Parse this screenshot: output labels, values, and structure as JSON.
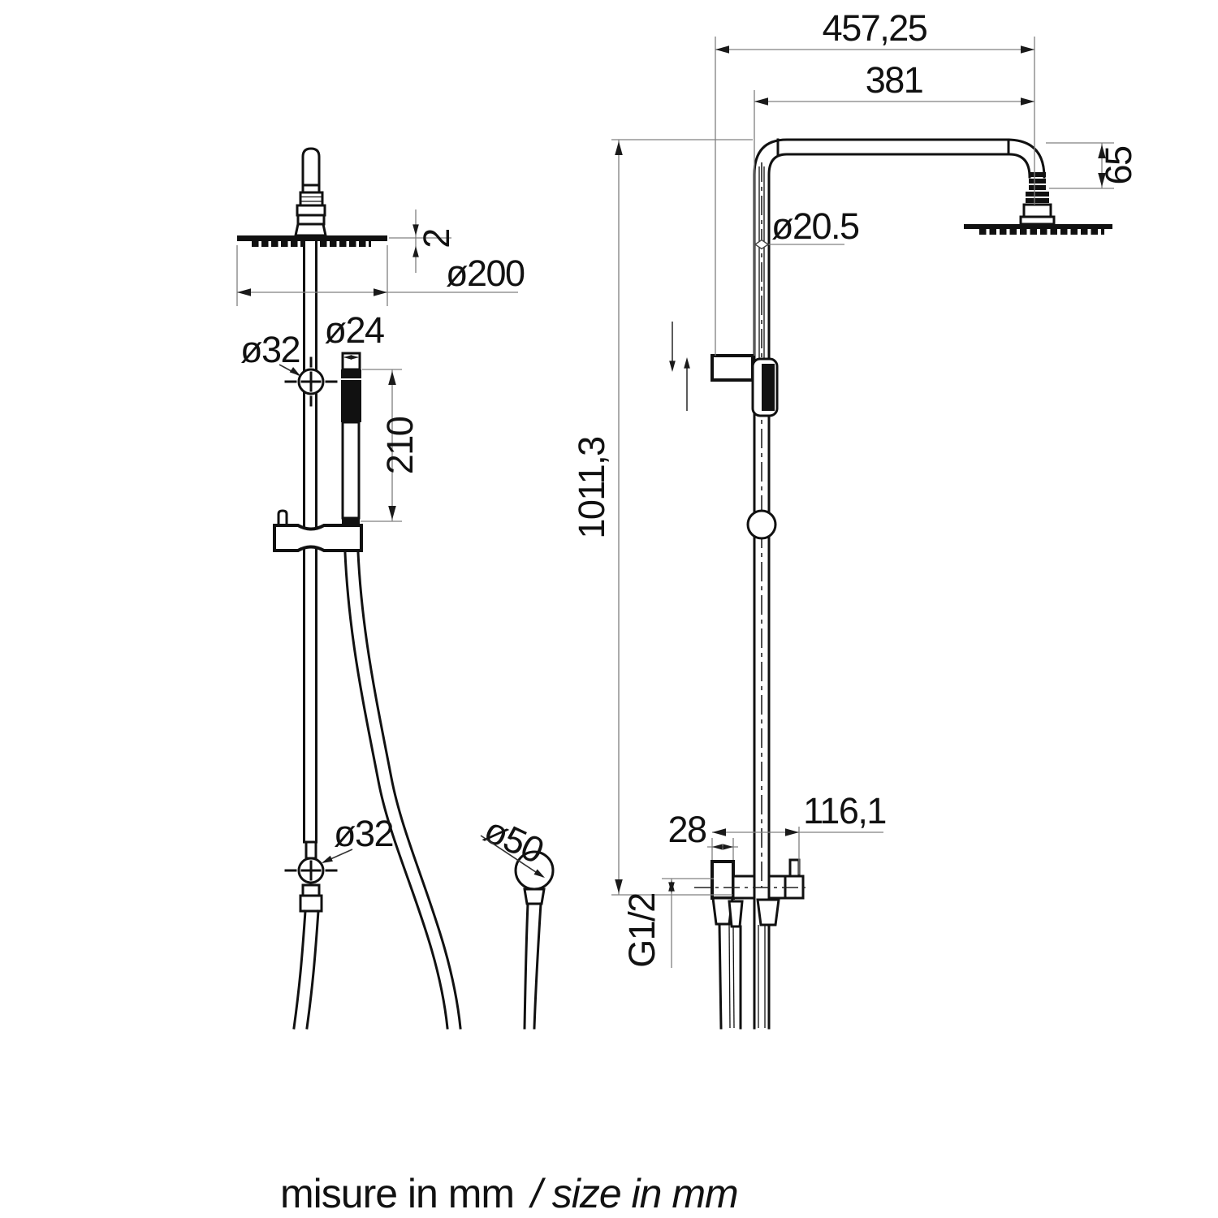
{
  "caption": {
    "normal": "misure in mm ",
    "italic": "/ size in mm"
  },
  "front_view": {
    "labels": {
      "head_thickness": "2",
      "head_diameter": "ø200",
      "upper_connector": "ø32",
      "handshower_diameter": "ø24",
      "handshower_length": "210",
      "lower_connector": "ø32",
      "outlet_diameter": "ø50"
    }
  },
  "side_view": {
    "labels": {
      "overall_reach": "457,25",
      "arm_projection": "381",
      "head_drop": "65",
      "column_diameter": "ø20.5",
      "column_height": "1011,3",
      "inlet_reach": "116,1",
      "inlet_width": "28",
      "inlet_thread": "G1/2"
    }
  }
}
